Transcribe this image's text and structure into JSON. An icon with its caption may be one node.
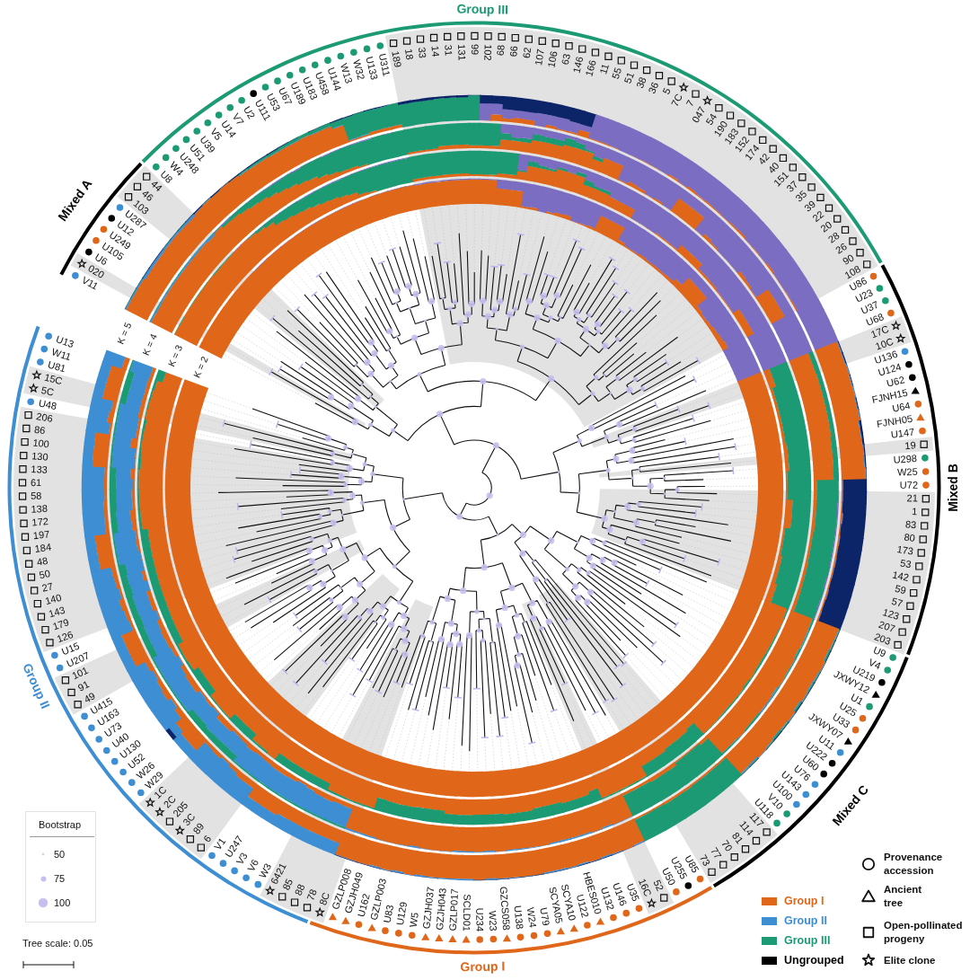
{
  "diagram": {
    "labels": [
      "V11",
      "020",
      "U6",
      "U105",
      "U249",
      "U12",
      "U287",
      "103",
      "46",
      "44",
      "U8",
      "W4",
      "U248",
      "U51",
      "U39",
      "V5",
      "U14",
      "V7",
      "U2",
      "U111",
      "U53",
      "U67",
      "U189",
      "U183",
      "U458",
      "U144",
      "W13",
      "W32",
      "U133",
      "U311",
      "189",
      "18",
      "33",
      "14",
      "31",
      "131",
      "99",
      "102",
      "68",
      "66",
      "62",
      "107",
      "106",
      "63",
      "146",
      "166",
      "11",
      "55",
      "51",
      "38",
      "36",
      "5",
      "7C",
      "7",
      "047",
      "54",
      "190",
      "183",
      "152",
      "174",
      "42",
      "40",
      "151",
      "37",
      "35",
      "39",
      "22",
      "20",
      "28",
      "26",
      "90",
      "108",
      "U86",
      "U23",
      "U37",
      "U68",
      "17C",
      "10C",
      "U136",
      "U124",
      "U62",
      "FJNH15",
      "U64",
      "FJNH05",
      "U147",
      "19",
      "U298",
      "W25",
      "U72",
      "21",
      "1",
      "83",
      "80",
      "173",
      "53",
      "142",
      "59",
      "57",
      "123",
      "207",
      "203",
      "U9",
      "V4",
      "U219",
      "JXWY12",
      "U1",
      "U25",
      "U33",
      "JXWY07",
      "U11",
      "U222",
      "U60",
      "U76",
      "U143",
      "U100",
      "V10",
      "U118",
      "117",
      "114",
      "81",
      "70",
      "77",
      "73",
      "U85",
      "U255",
      "U50",
      "52",
      "16C",
      "U35",
      "U146",
      "U132",
      "HBES010",
      "U122",
      "SCYA10",
      "SCYA05",
      "U79",
      "W24",
      "U138",
      "GZCS058",
      "W23",
      "U234",
      "SCLD01",
      "GZLP017",
      "GZJH043",
      "GZJH037",
      "W5",
      "U129",
      "U83",
      "GZLP003",
      "U162",
      "GZJH049",
      "GZLP008",
      "8C",
      "78",
      "88",
      "85",
      "6421",
      "W3",
      "V6",
      "V3",
      "U247",
      "V1",
      "6",
      "89",
      "3C",
      "205",
      "2C",
      "1C",
      "W29",
      "W26",
      "U52",
      "U130",
      "U40",
      "U73",
      "U163",
      "U415",
      "49",
      "91",
      "101",
      "U207",
      "U15",
      "126",
      "179",
      "143",
      "140",
      "27",
      "50",
      "48",
      "184",
      "197",
      "172",
      "138",
      "58",
      "61",
      "133",
      "130",
      "100",
      "86",
      "206",
      "U48",
      "5C",
      "15C",
      "U81",
      "W11",
      "U13",
      "Mixed A",
      "Group III",
      "Mixed B",
      "Mixed C",
      "Group I",
      "Group II",
      "K = 5",
      "K = 4",
      "K = 3",
      "K = 2",
      "Bootstrap",
      "Tree scale: 0.05"
    ],
    "legend": [
      {
        "text": "Group I",
        "color": "#e0661a"
      },
      {
        "text": "Group II",
        "color": "#3d8ed3"
      },
      {
        "text": "Group III",
        "color": "#1b9a74"
      },
      {
        "text": "Ungrouped",
        "color": "#000000"
      },
      {
        "text": "Provenance accession"
      },
      {
        "text": "Ancient tree"
      },
      {
        "text": "Open-pollinated progeny"
      },
      {
        "text": "Elite clone"
      },
      {
        "text": "50"
      },
      {
        "text": "75"
      },
      {
        "text": "100"
      }
    ]
  }
}
